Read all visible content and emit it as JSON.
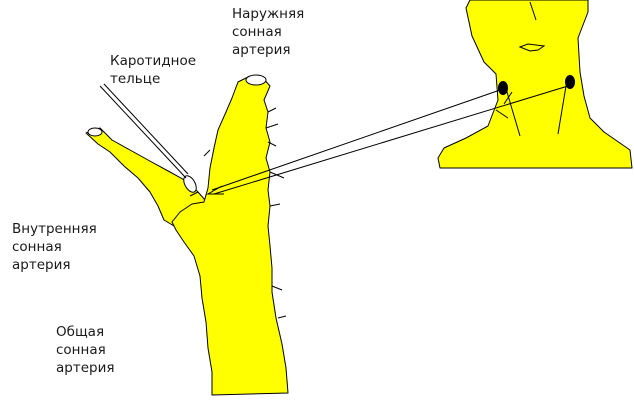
{
  "labels": {
    "external_carotid": [
      "Наружняя",
      "сонная",
      "артерия"
    ],
    "carotid_body": [
      "Каротидное",
      "тельце"
    ],
    "internal_carotid": [
      "Внутренняя",
      "сонная",
      "артерия"
    ],
    "common_carotid": [
      "Общая",
      "сонная",
      "артерия"
    ]
  },
  "colors": {
    "artery_fill": "#ffff00",
    "outline": "#000000",
    "text": "#1a1a1a",
    "background": "#ffffff"
  }
}
